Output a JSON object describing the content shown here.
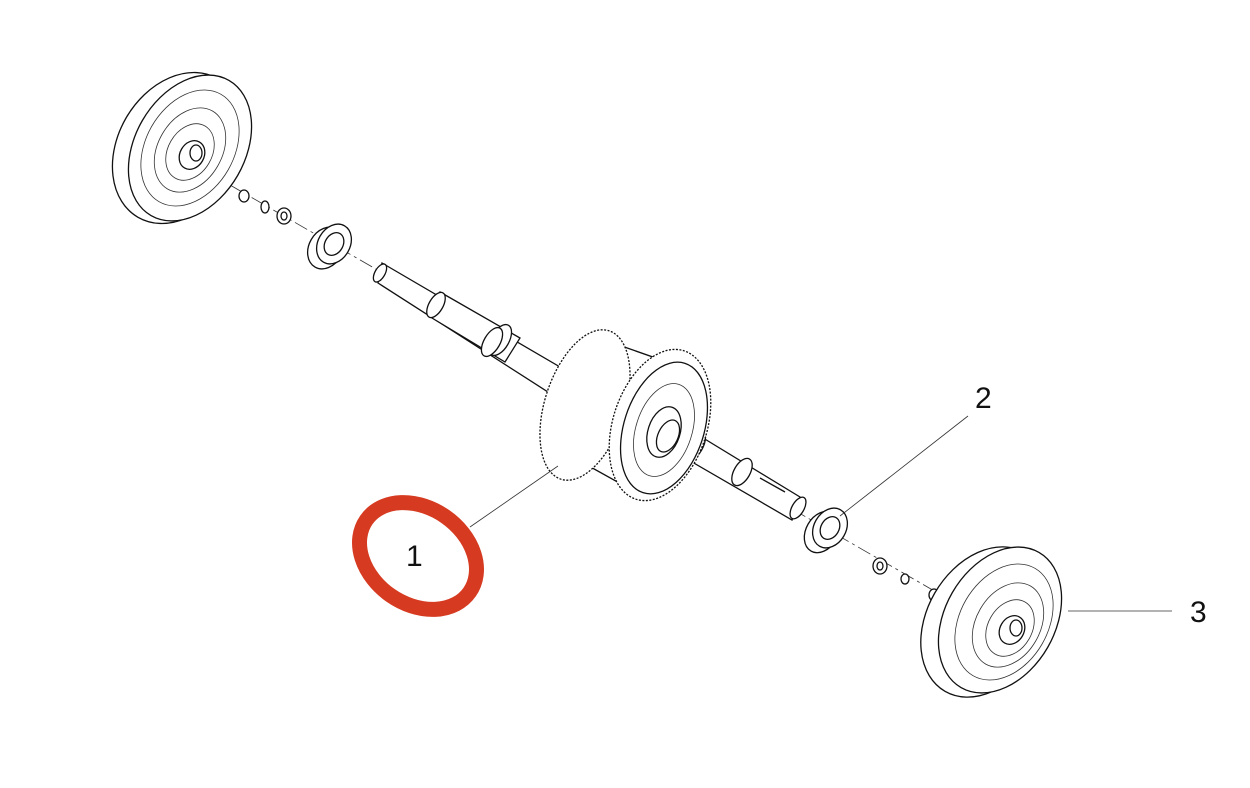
{
  "callouts": [
    {
      "number": "1",
      "part": "roller-assembly",
      "highlighted": true
    },
    {
      "number": "2",
      "part": "bearing"
    },
    {
      "number": "3",
      "part": "wheel"
    }
  ],
  "colors": {
    "highlight": "#d63a20",
    "line": "#111111"
  }
}
